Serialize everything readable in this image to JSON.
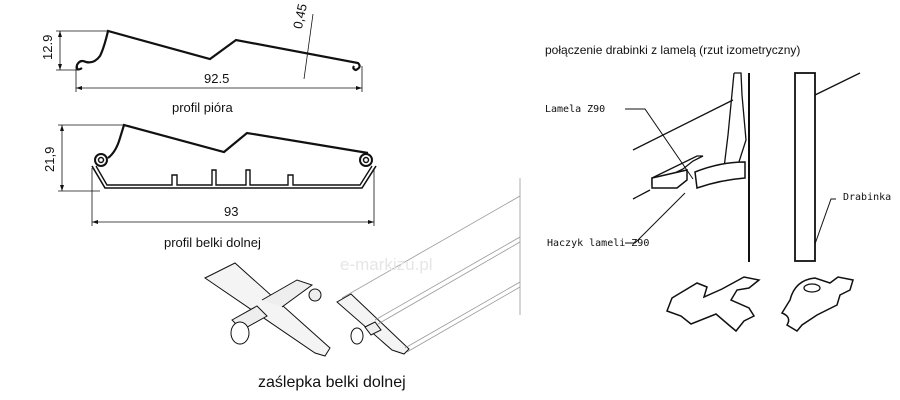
{
  "profile_blade": {
    "caption": "profil pióra",
    "height_dim": "12.9",
    "width_dim": "92.5",
    "thickness_dim": "0,45"
  },
  "profile_bottom_bar": {
    "caption": "profil belki dolnej",
    "height_dim": "21,9",
    "width_dim": "93"
  },
  "end_cap": {
    "caption": "zaślepka belki dolnej"
  },
  "iso_view": {
    "title": "połączenie drabinki z lamelą (rzut izometryczny)",
    "labels": {
      "slat": "Lamela Z90",
      "hook": "Haczyk lameli Z90",
      "ladder": "Drabinka"
    }
  },
  "watermark": "e-markizu.pl"
}
